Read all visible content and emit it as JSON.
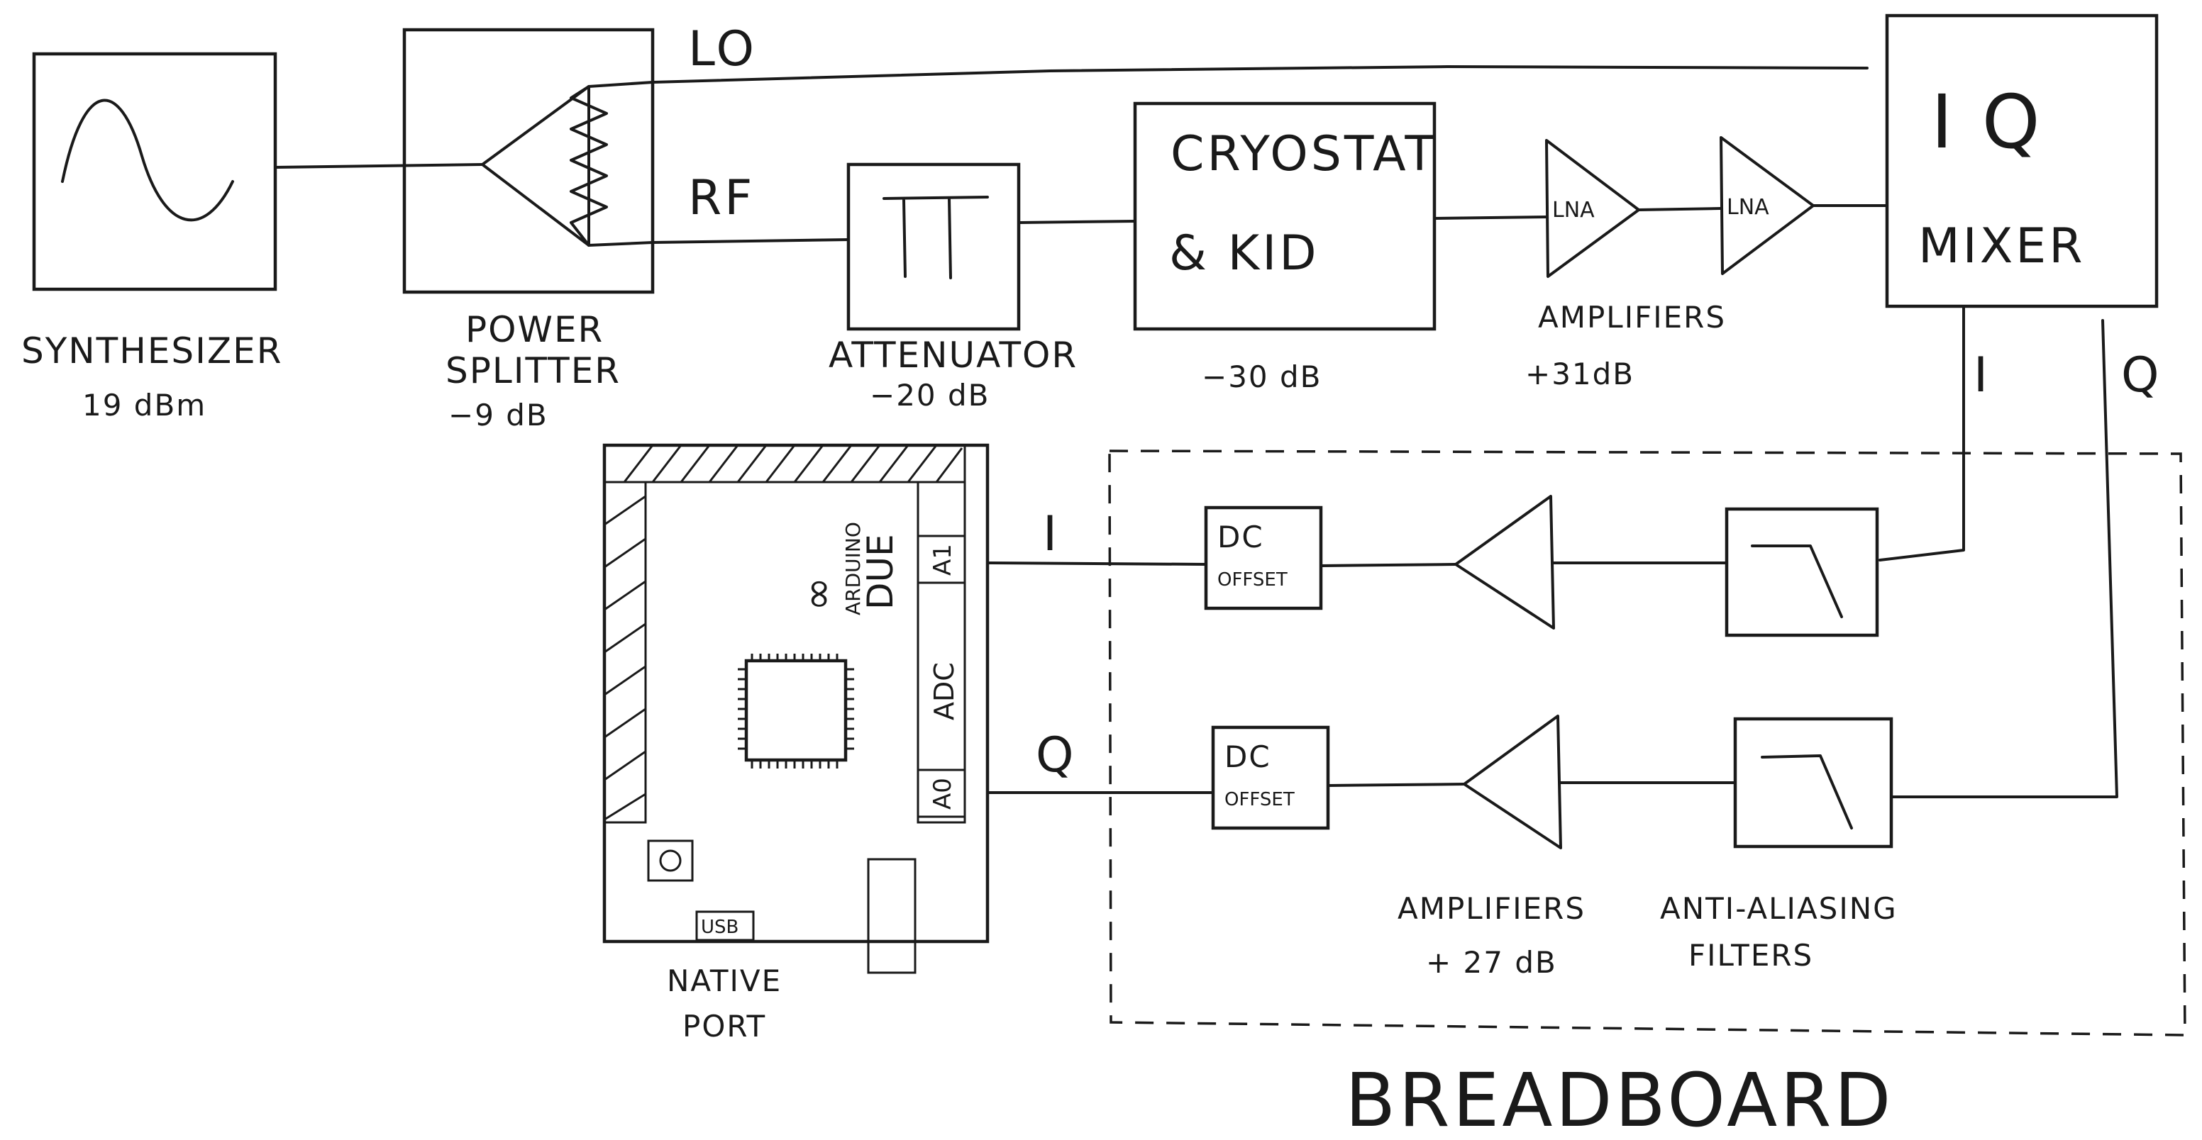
{
  "blocks": {
    "synthesizer": {
      "name": "SYNTHESIZER",
      "value": "19 dBm"
    },
    "power_splitter": {
      "name_line1": "POWER",
      "name_line2": "SPLITTER",
      "value": "−9 dB"
    },
    "attenuator": {
      "name": "ATTENUATOR",
      "value": "−20 dB",
      "symbol": "ΤΤ"
    },
    "cryostat": {
      "name_line1": "CRYOSTAT",
      "name_line2": "& KID",
      "value": "−30 dB"
    },
    "rf_amplifiers": {
      "name": "AMPLIFIERS",
      "value": "+31dB",
      "lna1": "LNA",
      "lna2": "LNA"
    },
    "iq_mixer": {
      "name_line1": "I Q",
      "name_line2": "MIXER"
    }
  },
  "signals": {
    "lo": "LO",
    "rf": "RF",
    "mixer_i": "I",
    "mixer_q": "Q",
    "board_i": "I",
    "board_q": "Q"
  },
  "arduino": {
    "brand": "ARDUINO",
    "model": "DUE",
    "logo": "∞",
    "pin_a1": "A1",
    "pin_adc": "ADC",
    "pin_a0": "A0",
    "usb": "USB",
    "native_port_line1": "NATIVE",
    "native_port_line2": "PORT"
  },
  "breadboard": {
    "title": "BREADBOARD",
    "dc_offset_i": {
      "line1": "DC",
      "line2": "OFFSET"
    },
    "dc_offset_q": {
      "line1": "DC",
      "line2": "OFFSET"
    },
    "amplifiers": {
      "name": "AMPLIFIERS",
      "value": "+ 27 dB"
    },
    "filters": {
      "name_line1": "ANTI-ALIASING",
      "name_line2": "FILTERS"
    }
  }
}
